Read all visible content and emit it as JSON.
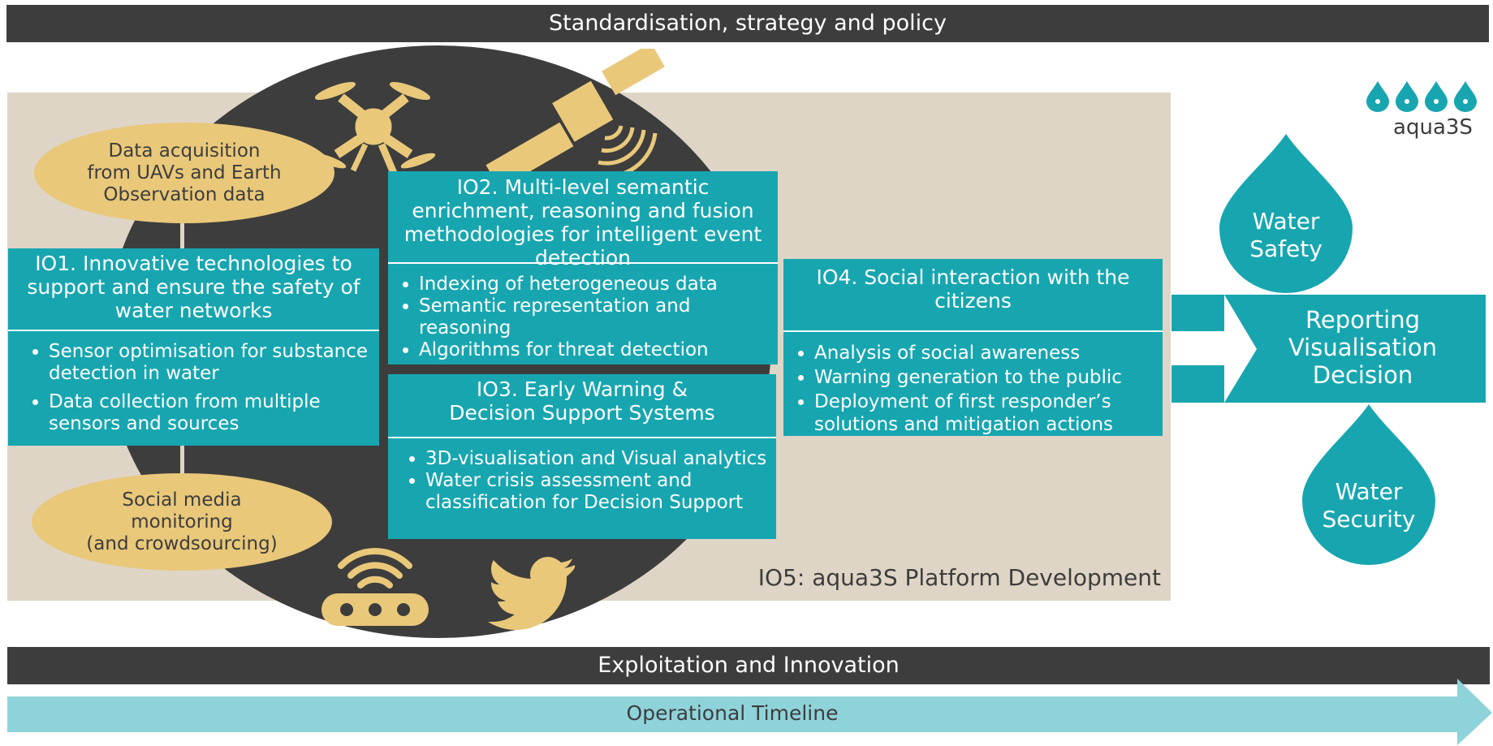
{
  "top_bar": "Standardisation, strategy and policy",
  "bottom_bar": "Exploitation and Innovation",
  "timeline": "Operational Timeline",
  "logo": {
    "text": "aqua3S",
    "icon": "water-drop-icons"
  },
  "platform_label": "IO5: aqua3S Platform Development",
  "acquisition": [
    "Data acquisition",
    "from UAVs and Earth",
    "Observation data"
  ],
  "social_media": [
    "Social media",
    "monitoring",
    "(and crowdsourcing)"
  ],
  "io1": {
    "title": "IO1. Innovative technologies to support and ensure the safety of water networks",
    "items": [
      "Sensor optimisation for substance detection in water",
      "Data collection from multiple sensors and sources"
    ]
  },
  "io2": {
    "title": "IO2. Multi-level semantic enrichment, reasoning and fusion methodologies for intelligent event detection",
    "items": [
      "Indexing of heterogeneous data",
      "Semantic representation and reasoning",
      "Algorithms for threat detection"
    ]
  },
  "io3": {
    "title": "IO3. Early Warning & Decision Support Systems",
    "items": [
      "3D-visualisation and Visual analytics",
      "Water crisis assessment and classification for Decision Support"
    ]
  },
  "io4": {
    "title": "IO4. Social interaction with the citizens",
    "items": [
      "Analysis of social awareness",
      "Warning generation to the public",
      "Deployment of first responder’s solutions and mitigation actions"
    ]
  },
  "water_safety": [
    "Water",
    "Safety"
  ],
  "water_security": [
    "Water",
    "Security"
  ],
  "outcome": [
    "Reporting",
    "Visualisation",
    "Decision"
  ],
  "colors": {
    "dark": "#3d3d3d",
    "teal": "#17a6b0",
    "beige": "#dfd5c6",
    "gold": "#e9c87a",
    "light_teal": "#8fd3da"
  },
  "icons": [
    "drone-icon",
    "satellite-icon",
    "wifi-router-icon",
    "twitter-bird-icon"
  ]
}
